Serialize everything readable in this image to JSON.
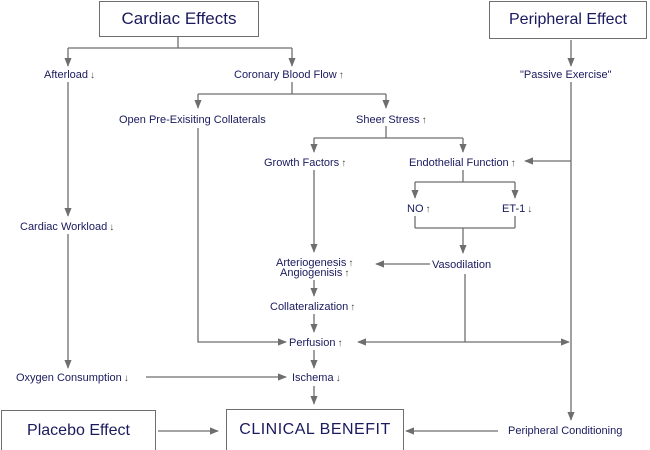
{
  "boxes": {
    "cardiac_effects": "Cardiac Effects",
    "peripheral_effect": "Peripheral Effect",
    "placebo_effect": "Placebo Effect",
    "clinical_benefit": "CLINICAL BENEFIT"
  },
  "arrows": {
    "up": "↑",
    "down": "↓"
  },
  "nodes": {
    "afterload": "Afterload",
    "coronary_blood_flow": "Coronary Blood Flow",
    "passive_exercise": "\"Passive Exercise\"",
    "open_collaterals": "Open Pre-Exisiting Collaterals",
    "sheer_stress": "Sheer Stress",
    "growth_factors": "Growth Factors",
    "endothelial_function": "Endothelial Function",
    "cardiac_workload": "Cardiac Workload",
    "no": "NO",
    "et1": "ET-1",
    "arteriogenesis": "Arteriogenesis",
    "angiogenisis": "Angiogenisis",
    "vasodilation": "Vasodilation",
    "collateralization": "Collateralization",
    "perfusion": "Perfusion",
    "oxygen_consumption": "Oxygen Consumption",
    "ischema": "Ischema",
    "peripheral_conditioning": "Peripheral Conditioning"
  },
  "colors": {
    "text": "#1a1a5e",
    "line": "#6e6e6e"
  }
}
